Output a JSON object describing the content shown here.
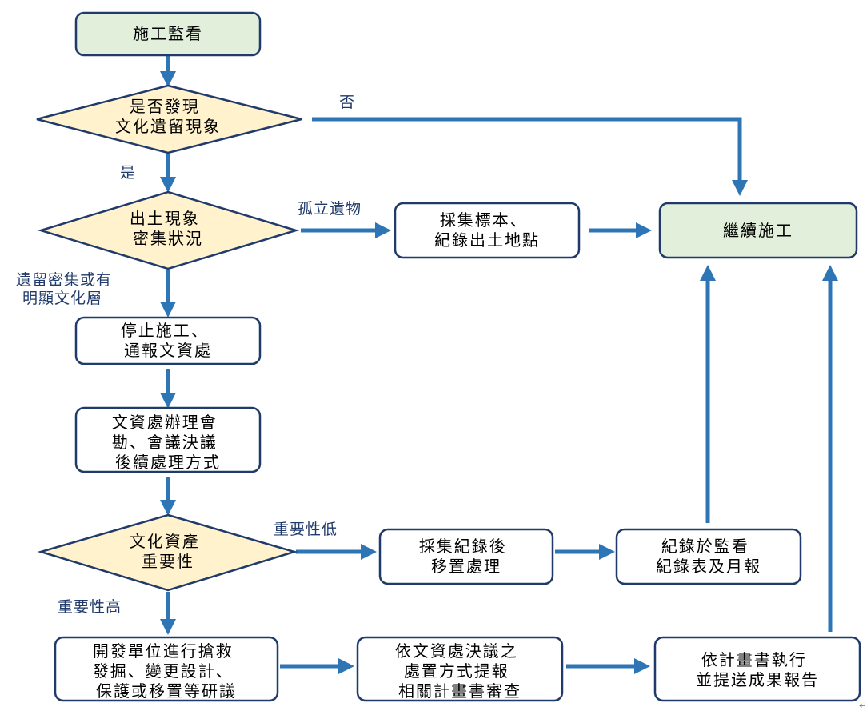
{
  "nodes": {
    "start": [
      "施工監看"
    ],
    "found": [
      "是否發現",
      "文化遺留現象"
    ],
    "density": [
      "出土現象",
      "密集狀況"
    ],
    "collect_specimen": [
      "採集標本、",
      "紀錄出土地點"
    ],
    "continue": [
      "繼續施工"
    ],
    "stop_work": [
      "停止施工、",
      "通報文資處"
    ],
    "inspection": [
      "文資處辦理會",
      "勘、會議決議",
      "後續處理方式"
    ],
    "importance": [
      "文化資產",
      "重要性"
    ],
    "collect_relocate": [
      "採集紀錄後",
      "移置處理"
    ],
    "record_report": [
      "紀錄於監看",
      "紀錄表及月報"
    ],
    "rescue": [
      "開發單位進行搶救",
      "發掘、變更設計、",
      "保護或移置等研議"
    ],
    "submit_plan": [
      "依文資處決議之",
      "處置方式提報",
      "相關計畫書審查"
    ],
    "execute_plan": [
      "依計畫書執行",
      "並提送成果報告"
    ]
  },
  "labels": {
    "no": "否",
    "yes": "是",
    "isolated": "孤立遺物",
    "dense": [
      "遺留密集或有",
      "明顯文化層"
    ],
    "low": "重要性低",
    "high": "重要性高"
  },
  "end_mark": "↵",
  "colors": {
    "arrow": "#2e75b6",
    "outline": "#1f3a6b",
    "start_fill": "#e2efda",
    "decision_fill": "#fff2cc"
  }
}
